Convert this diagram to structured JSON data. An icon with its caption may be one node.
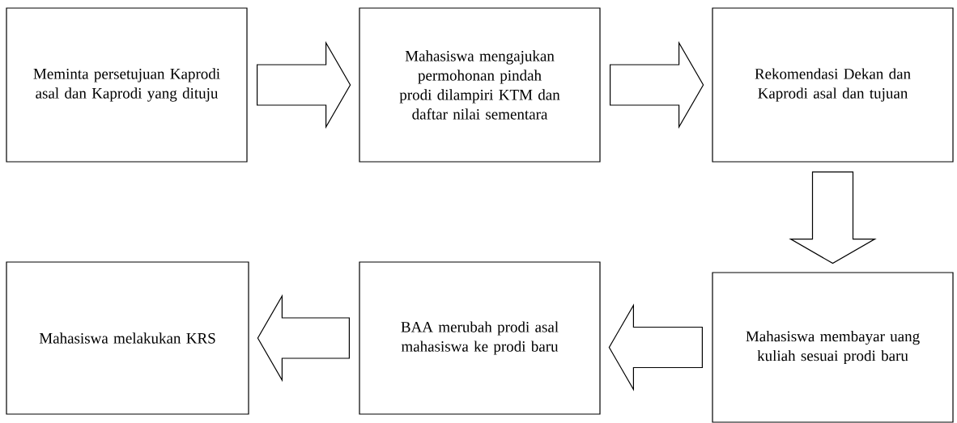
{
  "diagram": {
    "nodes": [
      {
        "text": [
          "Meminta persetujuan Kaprodi asal dan Kaprodi yang dituju"
        ]
      },
      {
        "text": [
          "Mahasiswa mengajukan permohonan pindah prodi dilampiri KTM dan daftar nilai sementara"
        ]
      },
      {
        "text": [
          "Rekomendasi Dekan dan Kaprodi asal dan tujuan"
        ]
      },
      {
        "text": [
          "Mahasiswa membayar uang kuliah sesuai prodi baru"
        ]
      },
      {
        "text": [
          "BAA merubah prodi asal mahasiswa ke prodi baru"
        ]
      },
      {
        "text": [
          "Mahasiswa melakukan KRS"
        ]
      }
    ],
    "edges": [
      {
        "from": 0,
        "to": 1,
        "arrow": "to"
      },
      {
        "from": 1,
        "to": 2,
        "arrow": "to"
      },
      {
        "from": 2,
        "to": 3,
        "arrow": "to"
      },
      {
        "from": 3,
        "to": 4,
        "arrow": "to"
      },
      {
        "from": 4,
        "to": 5,
        "arrow": "to"
      }
    ]
  }
}
